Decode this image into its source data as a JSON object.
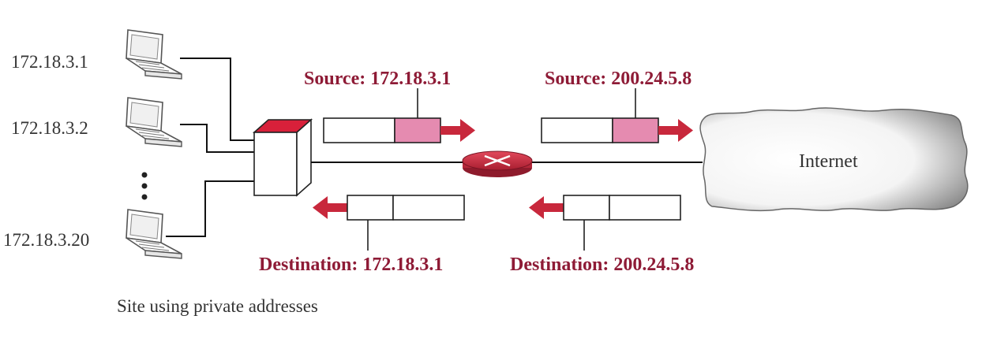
{
  "hosts": [
    {
      "address": "172.18.3.1"
    },
    {
      "address": "172.18.3.2"
    },
    {
      "address": "172.18.3.20"
    }
  ],
  "outgoing": {
    "left_label": "Source: 172.18.3.1",
    "right_label": "Source: 200.24.5.8"
  },
  "incoming": {
    "left_label": "Destination: 172.18.3.1",
    "right_label": "Destination: 200.24.5.8"
  },
  "internet_label": "Internet",
  "caption": "Site using private addresses",
  "colors": {
    "accent_text": "#8e1b36",
    "arrow": "#c8283c",
    "field_highlight": "#e58bb0",
    "switch_top": "#d8203a",
    "router": "#c8283c"
  }
}
